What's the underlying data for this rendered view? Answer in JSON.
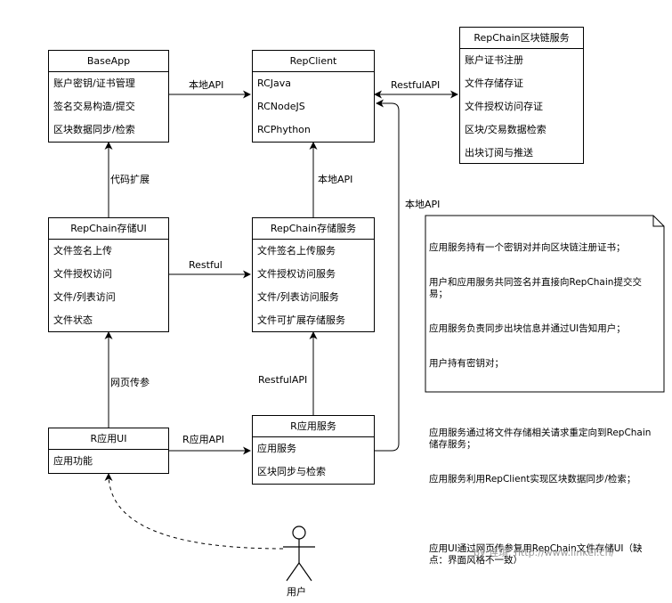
{
  "boxes": {
    "baseapp": {
      "title": "BaseApp",
      "items": [
        "账户密钥/证书管理",
        "签名交易构造/提交",
        "区块数据同步/检索"
      ]
    },
    "repclient": {
      "title": "RepClient",
      "items": [
        "RCJava",
        "RCNodeJS",
        "RCPhython"
      ]
    },
    "repchain_service": {
      "title": "RepChain区块链服务",
      "items": [
        "账户证书注册",
        "文件存储存证",
        "文件授权访问存证",
        "区块/交易数据检索",
        "出块订阅与推送"
      ]
    },
    "storage_ui": {
      "title": "RepChain存储UI",
      "items": [
        "文件签名上传",
        "文件授权访问",
        "文件/列表访问",
        "文件状态"
      ]
    },
    "storage_service": {
      "title": "RepChain存储服务",
      "items": [
        "文件签名上传服务",
        "文件授权访问服务",
        "文件/列表访问服务",
        "文件可扩展存储服务"
      ]
    },
    "r_app_ui": {
      "title": "R应用UI",
      "items": [
        "应用功能"
      ]
    },
    "r_app_service": {
      "title": "R应用服务",
      "items": [
        "应用服务",
        "区块同步与检索"
      ]
    }
  },
  "edges": {
    "baseapp_repclient": "本地API",
    "repclient_chain": "RestfulAPI",
    "ui_baseapp": "代码扩展",
    "storage_repclient": "本地API",
    "rservice_repclient": "本地API",
    "ui_storage": "Restful",
    "rui_ui": "网页传参",
    "rservice_storage": "RestfulAPI",
    "rui_rservice": "R应用API"
  },
  "note": {
    "lines": [
      "应用服务持有一个密钥对并向区块链注册证书；",
      "用户和应用服务共同签名并直接向RepChain提交交易；",
      "应用服务负责同步出块信息并通过UI告知用户；",
      "用户持有密钥对；",
      "",
      "应用服务通过将文件存储相关请求重定向到RepChain储存服务；",
      "应用服务利用RepClient实现区块数据同步/检索；",
      "",
      "应用UI通过网页传参复用RepChain文件存储UI（缺点：界面风格不一致）"
    ]
  },
  "actor": {
    "label": "用户"
  },
  "watermark": "by 连琪. http://www.linkel.cn/"
}
